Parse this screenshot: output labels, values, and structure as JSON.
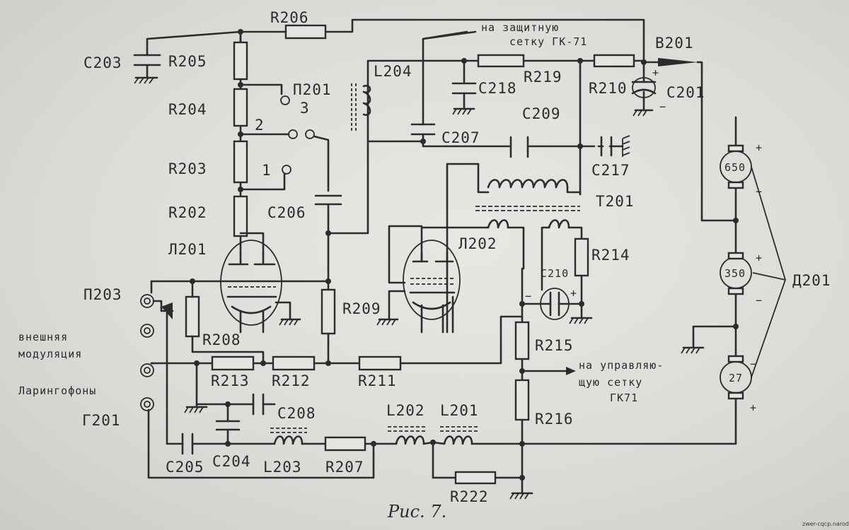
{
  "figure": {
    "caption": "Рис. 7.",
    "watermark": "zwer-cqcp.narod.ru"
  },
  "labels": {
    "R206": "R206",
    "R205": "R205",
    "R204": "R204",
    "R203": "R203",
    "R202": "R202",
    "C203": "C203",
    "C206": "C206",
    "L201_tube": "Л201",
    "P201": "П201",
    "pos1": "1",
    "pos2": "2",
    "pos3": "3",
    "L204": "L204",
    "C218": "C218",
    "R219": "R219",
    "R210": "R210",
    "C209": "C209",
    "C207": "C207",
    "C217": "C217",
    "T201": "T201",
    "V201": "В201",
    "C201": "C201",
    "L202_tube": "Л202",
    "R214": "R214",
    "C210": "C210",
    "R209": "R209",
    "R208": "R208",
    "R215": "R215",
    "R216": "R216",
    "R213": "R213",
    "R212": "R212",
    "R211": "R211",
    "C208": "C208",
    "C205": "C205",
    "C204": "C204",
    "L203": "L203",
    "R207": "R207",
    "L202": "L202",
    "L201": "L201",
    "R222": "R222",
    "P203": "П203",
    "G201": "Г201",
    "D201": "Д201",
    "m650": "650",
    "m350": "350",
    "m27": "27"
  },
  "notes": {
    "screen_grid_1": "на защитную",
    "screen_grid_2": "сетку ГК-71",
    "ctrl_grid_1": "на управляю-",
    "ctrl_grid_2": "щую сетку",
    "ctrl_grid_3": "ГК71",
    "ext_mod_1": "внешняя",
    "ext_mod_2": "модуляция",
    "laryngophones": "Ларингофоны"
  },
  "symbols": [
    "resistor-symbol",
    "capacitor-symbol",
    "inductor-symbol",
    "vacuum-tube-symbol",
    "ground-symbol",
    "dynamotor-symbol",
    "jack-symbol",
    "switch-contact-symbol"
  ]
}
